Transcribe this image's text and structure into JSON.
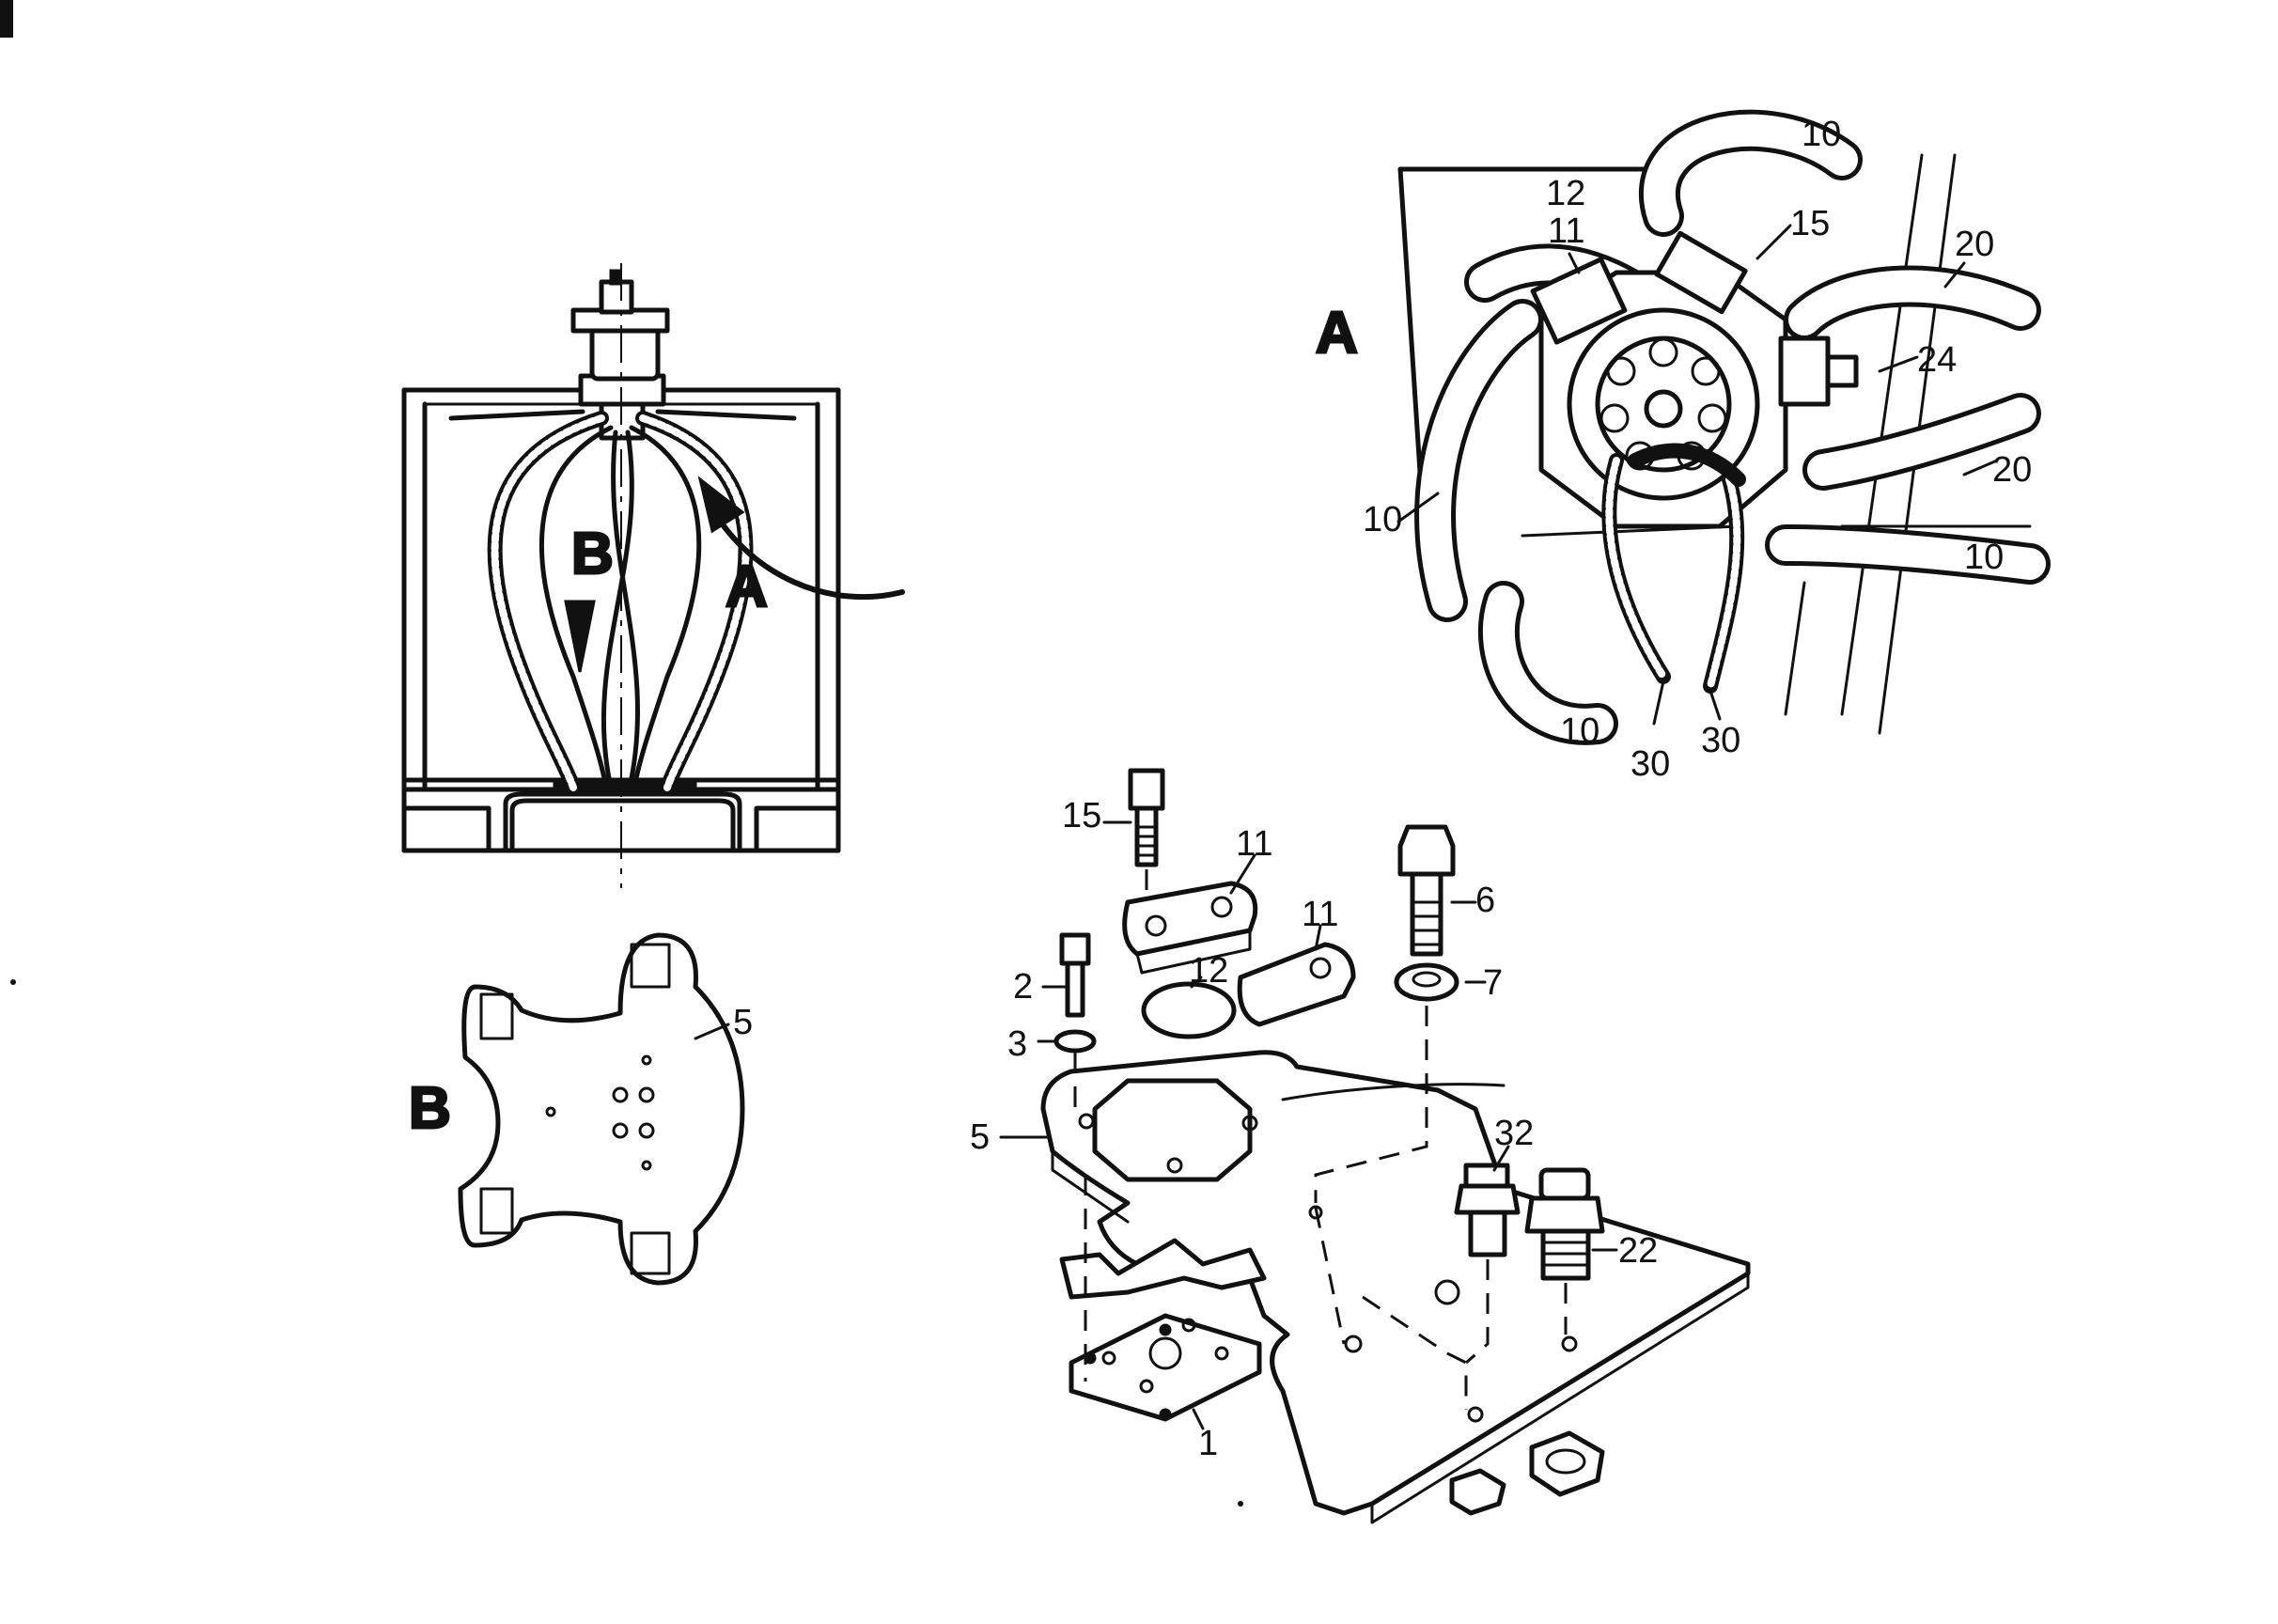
{
  "views": {
    "top_left": {
      "arrow_a": "A",
      "arrow_b": "B"
    },
    "flange_plate": {
      "label": "B",
      "part": "5"
    },
    "detail": {
      "label": "A"
    },
    "exploded": {
      "label": ""
    }
  },
  "callouts": [
    {
      "id": "c-10-top",
      "text": "10"
    },
    {
      "id": "c-12-top",
      "text": "12"
    },
    {
      "id": "c-11-top",
      "text": "11"
    },
    {
      "id": "c-15-top",
      "text": "15"
    },
    {
      "id": "c-20-top",
      "text": "20"
    },
    {
      "id": "c-24",
      "text": "24"
    },
    {
      "id": "c-20-right",
      "text": "20"
    },
    {
      "id": "c-10-left",
      "text": "10"
    },
    {
      "id": "c-10-right",
      "text": "10"
    },
    {
      "id": "c-10-bottom",
      "text": "10"
    },
    {
      "id": "c-30-left",
      "text": "30"
    },
    {
      "id": "c-30-right",
      "text": "30"
    },
    {
      "id": "c-15-exp",
      "text": "15"
    },
    {
      "id": "c-11-exp-a",
      "text": "11"
    },
    {
      "id": "c-11-exp-b",
      "text": "11"
    },
    {
      "id": "c-6",
      "text": "6"
    },
    {
      "id": "c-2",
      "text": "2"
    },
    {
      "id": "c-12-exp",
      "text": "12"
    },
    {
      "id": "c-7",
      "text": "7"
    },
    {
      "id": "c-3",
      "text": "3"
    },
    {
      "id": "c-5-exp",
      "text": "5"
    },
    {
      "id": "c-32",
      "text": "32"
    },
    {
      "id": "c-22",
      "text": "22"
    },
    {
      "id": "c-1",
      "text": "1"
    }
  ]
}
